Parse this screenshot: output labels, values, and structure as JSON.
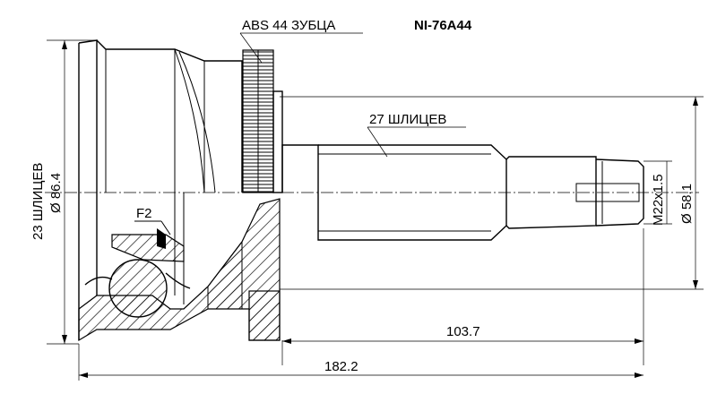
{
  "part_number": "NI-76A44",
  "abs_label": "ABS 44 ЗУБЦА",
  "outer_splines_label": "23 ШЛИЦЕВ",
  "outer_diameter_label": "Ø 86.4",
  "inner_splines_label": "27 ШЛИЦЕВ",
  "thread_label": "M22x1.5",
  "shaft_diameter_label": "Ø 58.1",
  "length_shaft_label": "103.7",
  "length_total_label": "182.2",
  "seal_label": "F2"
}
